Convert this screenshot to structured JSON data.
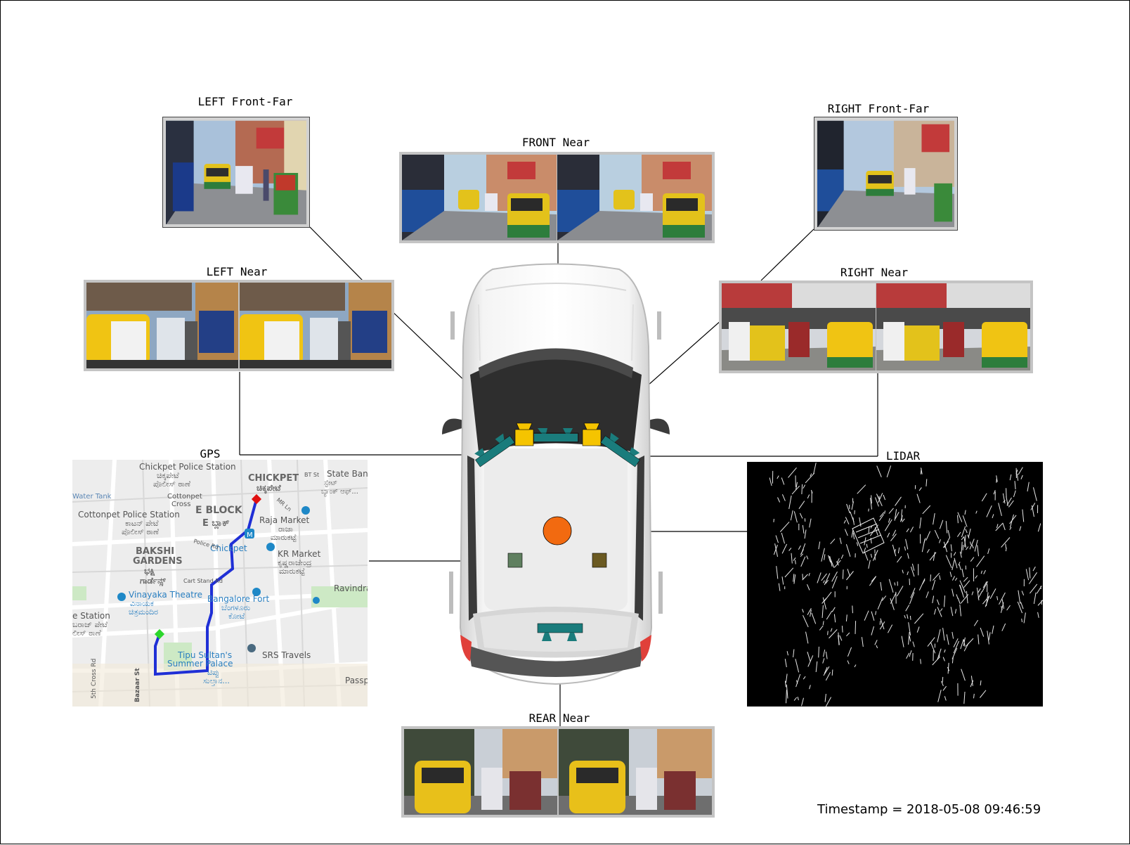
{
  "cameras": {
    "left_front_far": {
      "label": "LEFT Front-Far"
    },
    "front_near": {
      "label": "FRONT Near"
    },
    "right_front_far": {
      "label": "RIGHT Front-Far"
    },
    "left_near": {
      "label": "LEFT Near"
    },
    "right_near": {
      "label": "RIGHT Near"
    },
    "rear_near": {
      "label": "REAR Near"
    }
  },
  "gps": {
    "label": "GPS",
    "map_labels": {
      "chickpet_police": "Chickpet Police Station",
      "chickpet_police_kn": "ಚಿಕ್ಕಪೇಟೆ",
      "chickpet_police_kn2": "ಪೊಲೀಸ್ ಠಾಣೆ",
      "chickpet": "CHICKPET",
      "chickpet_kn": "ಚಿಕ್ಕಪೇಟೆ",
      "state_bank": "State Bank",
      "state_bank_kn": "ಸ್ಟೇಟ್",
      "state_bank_kn2": "ಬ್ಯಾಂಕ್ ಆಫ್...",
      "water_tank": "Water Tank",
      "cottonpet_cross": "Cottonpet",
      "cottonpet_cross2": "Cross",
      "cottonpet_police": "Cottonpet Police Station",
      "cottonpet_police_kn": "ಕಾಟನ್ ಪೇಟೆ",
      "cottonpet_police_kn2": "ಪೊಲೀಸ್ ಠಾಣೆ",
      "e_block": "E BLOCK",
      "e_block_kn": "E ಬ್ಲಾಕ್",
      "raja_market": "Raja Market",
      "raja_market_kn": "ರಾಜಾ",
      "raja_market_kn2": "ಮಾರುಕಟ್ಟೆ",
      "bakshi": "BAKSHI",
      "gardens": "GARDENS",
      "bakshi_kn": "ಭಕ್ಷಿ",
      "bakshi_kn2": "ಗಾರ್ಡೆನ್ಸ್",
      "chickpet_metro": "Chickpet",
      "kr_market": "KR Market",
      "kr_market_kn": "ಕೃಷ್ಣರಾಜೇಂದ್ರ",
      "kr_market_kn2": "ಮಾರುಕಟ್ಟೆ",
      "cart_stand": "Cart Stand Rd",
      "vinayaka": "Vinayaka Theatre",
      "vinayaka_kn": "ವಿನಾಯಕ",
      "vinayaka_kn2": "ಚಿತ್ರಮಂದಿರ",
      "ravindra": "Ravindra",
      "bangalore_fort": "Bangalore Fort",
      "bangalore_fort_kn": "ಬೆಂಗಳೂರು",
      "bangalore_fort_kn2": "ಕೋಟೆ",
      "station": "e Station",
      "station_kn": "ಬರಾಜ್ ಪೇಟೆ",
      "station_kn2": "ಲೀಸ್ ಠಾಣೆ",
      "tipu": "Tipu Sultan's",
      "tipu2": "Summer Palace",
      "tipu_kn": "ಟಿಪ್ಪು",
      "tipu_kn2": "ಸುಲ್ತಾನ...",
      "srs": "SRS Travels",
      "passp": "Passp",
      "bazaar": "Bazaar St",
      "fifth_cross": "5th Cross Rd",
      "metro_badge": "M",
      "police_rd": "Police Rd",
      "mr_ln": "MR Ln",
      "bt_st": "BT St"
    }
  },
  "lidar": {
    "label": "LIDAR"
  },
  "timestamp": "Timestamp = 2018-05-08 09:46:59",
  "colors": {
    "camera_mount": "#1a7c7c",
    "yellow_camera": "#f5c400",
    "gps_unit": "#5f7f5f",
    "imu_unit": "#6b5a22",
    "lidar_unit": "#f26a10",
    "route": "#1f2fd6",
    "route_start": "#2cd62c",
    "route_end": "#e01010"
  },
  "icons": [
    "car-top-view-icon",
    "camera-icon",
    "lidar-sensor-icon",
    "gps-sensor-icon",
    "imu-sensor-icon",
    "map-pin-icon",
    "metro-icon"
  ]
}
